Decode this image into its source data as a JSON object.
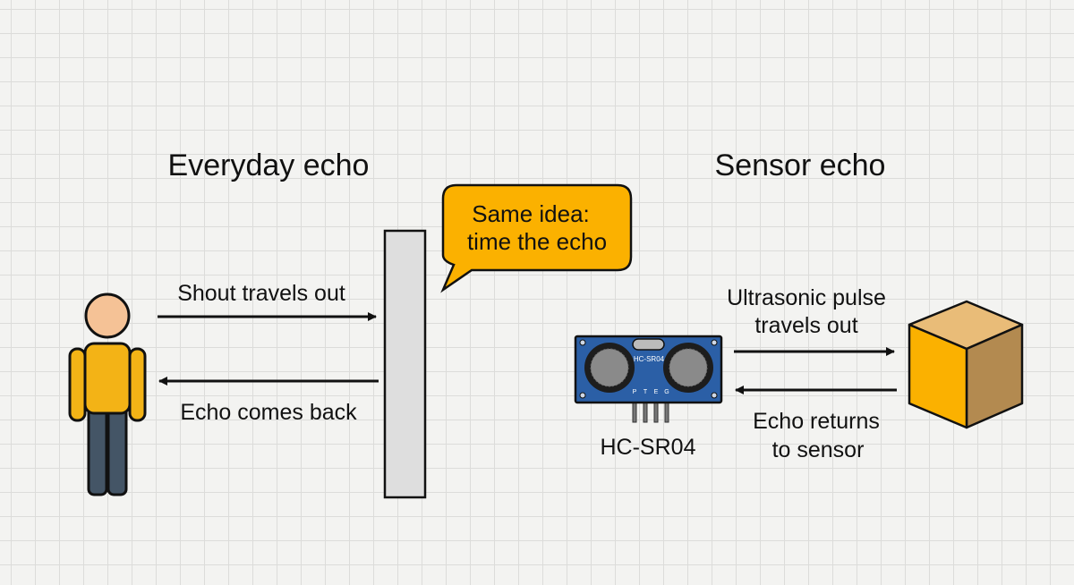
{
  "left": {
    "title": "Everyday echo",
    "out_label": "Shout travels out",
    "back_label": "Echo comes back"
  },
  "bubble": {
    "line1": "Same idea:",
    "line2": "time the echo"
  },
  "right": {
    "title": "Sensor echo",
    "out_label_line1": "Ultrasonic pulse",
    "out_label_line2": "travels out",
    "back_label_line1": "Echo returns",
    "back_label_line2": "to sensor",
    "sensor_name": "HC-SR04",
    "board_marking": "HC-SR04",
    "pin_labels": [
      "P",
      "T",
      "E",
      "G"
    ]
  },
  "colors": {
    "accent": "#fbb100",
    "person_shirt": "#f3b316",
    "person_skin": "#f5c296",
    "person_pants": "#445566",
    "board": "#2b5fa6",
    "cube_front": "#fbb100",
    "cube_top": "#e9bc78",
    "cube_side": "#b38a50",
    "wall": "#dedede"
  },
  "icons": [
    "person-icon",
    "wall-icon",
    "hc-sr04-sensor-icon",
    "cube-icon"
  ]
}
